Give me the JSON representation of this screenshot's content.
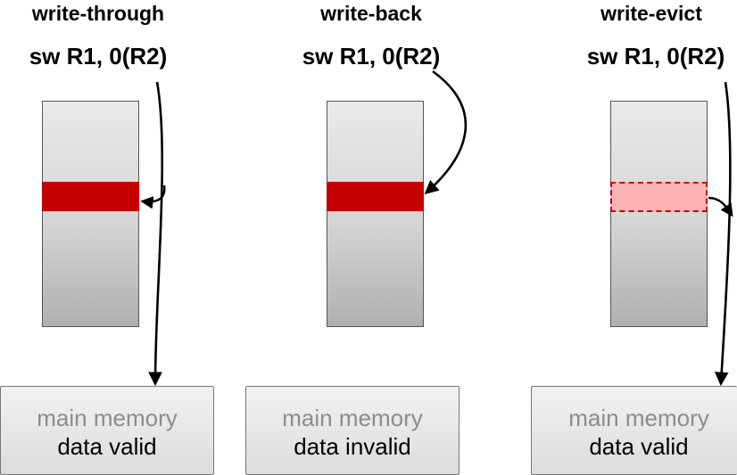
{
  "panels": [
    {
      "title": "write-through",
      "instruction": "sw R1, 0(R2)",
      "memory_label": "main memory",
      "memory_status": "data valid",
      "cache_line": "written"
    },
    {
      "title": "write-back",
      "instruction": "sw R1, 0(R2)",
      "memory_label": "main memory",
      "memory_status": "data invalid",
      "cache_line": "written"
    },
    {
      "title": "write-evict",
      "instruction": "sw R1, 0(R2)",
      "memory_label": "main memory",
      "memory_status": "data valid",
      "cache_line": "evicted"
    }
  ],
  "colors": {
    "cache_line": "#c40000",
    "evicted_line_fill": "#ffb3b3",
    "memory_label": "#8c8c8c"
  }
}
